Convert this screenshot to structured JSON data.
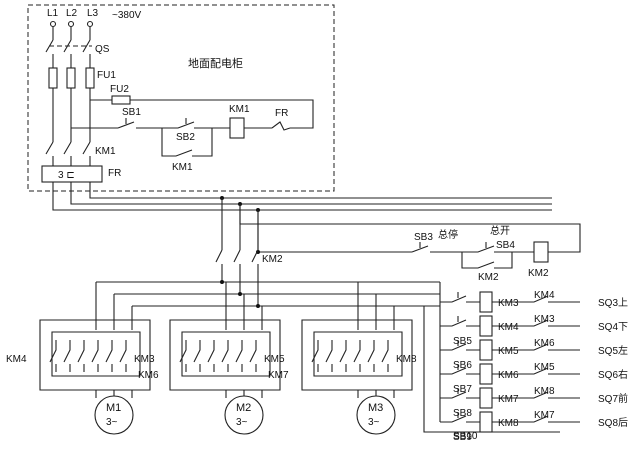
{
  "cabinet": {
    "title": "地面配电柜",
    "voltage": "~380V",
    "phases": [
      "L1",
      "L2",
      "L3"
    ],
    "qs": "QS",
    "fu1": "FU1",
    "fu2": "FU2",
    "sb1": "SB1",
    "sb2": "SB2",
    "km1_coil": "KM1",
    "km1_aux": "KM1",
    "fr_contact": "FR",
    "km1_main": "KM1",
    "fr_element": "FR",
    "fr_block": "3 ⊏"
  },
  "master": {
    "sb3": "SB3",
    "stop_label": "总停",
    "start_label": "总开",
    "sb4": "SB4",
    "km2_aux": "KM2",
    "km2_coil": "KM2",
    "km2_main": "KM2"
  },
  "motors": [
    {
      "name": "M1",
      "phase": "3~",
      "left_km": "KM4",
      "right_km_a": "KM3",
      "right_km_b": "KM6"
    },
    {
      "name": "M2",
      "phase": "3~",
      "left_km": "",
      "right_km_a": "KM5",
      "right_km_b": "KM7"
    },
    {
      "name": "M3",
      "phase": "3~",
      "left_km": "",
      "right_km_a": "KM8",
      "right_km_b": ""
    }
  ],
  "control_rows": [
    {
      "button": "",
      "coil": "KM3",
      "interlock": "KM4",
      "limit": "SQ3上"
    },
    {
      "button": "SB5",
      "coil": "KM4",
      "interlock": "KM3",
      "limit": "SQ4下"
    },
    {
      "button": "SB6",
      "coil": "KM5",
      "interlock": "KM6",
      "limit": "SQ5左"
    },
    {
      "button": "SB7",
      "coil": "KM6",
      "interlock": "KM5",
      "limit": "SQ6右"
    },
    {
      "button": "SB8",
      "coil": "KM7",
      "interlock": "KM8",
      "limit": "SQ7前"
    },
    {
      "button": "SB9",
      "coil": "KM8",
      "interlock": "KM7",
      "limit": "SQ8后"
    }
  ],
  "extra_button": "SB10"
}
